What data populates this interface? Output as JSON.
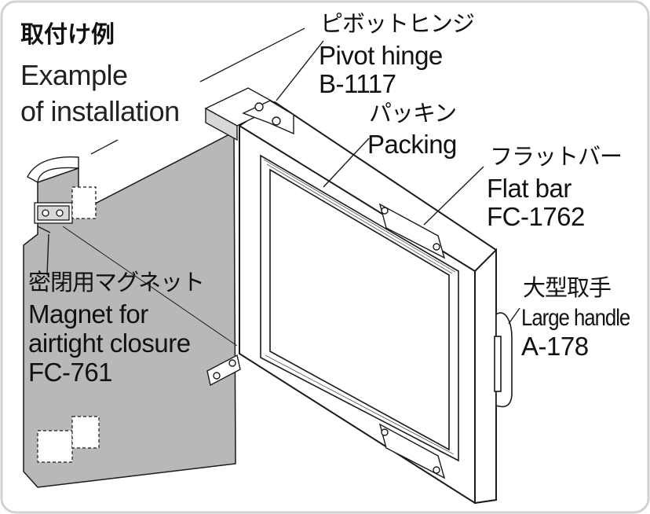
{
  "title": {
    "jp": "取付け例",
    "en_line1": "Example",
    "en_line2": "of installation"
  },
  "labels": {
    "pivot_hinge": {
      "jp": "ピボットヒンジ",
      "en": "Pivot hinge",
      "code": "B-1117"
    },
    "packing": {
      "jp": "パッキン",
      "en": "Packing"
    },
    "flat_bar": {
      "jp": "フラットバー",
      "en": "Flat bar",
      "code": "FC-1762"
    },
    "magnet": {
      "jp": "密閉用マグネット",
      "en_line1": "Magnet for",
      "en_line2": "airtight closure",
      "code": "FC-761"
    },
    "large_handle": {
      "jp": "大型取手",
      "en": "Large handle",
      "code": "A-178"
    }
  },
  "colors": {
    "panel": "#b8b8b8",
    "line": "#1a1a1a",
    "background": "#ffffff",
    "border": "#cfcfcf"
  }
}
